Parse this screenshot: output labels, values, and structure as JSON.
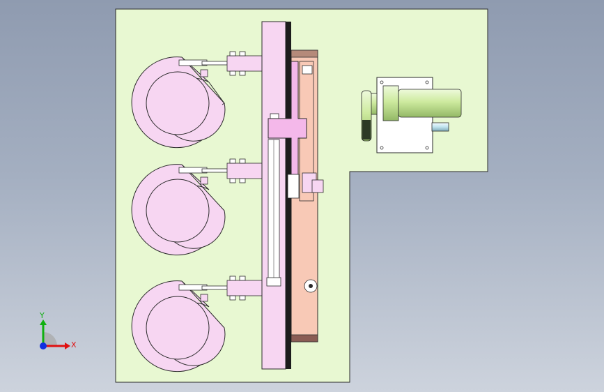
{
  "window": {
    "background_top": "#8f9bb0",
    "background_bottom": "#cdd3dd"
  },
  "colors": {
    "plate": "#e8f8d2",
    "arm": "#f7d6f2",
    "slider": "#f8c9b6",
    "slider_dark": "#8a5c54",
    "rail": "#1c1c1c",
    "motor": "#d6f0b0",
    "outline": "#2a2a2a",
    "axis_x": "#e01010",
    "axis_y": "#10b010",
    "axis_z": "#1030e0"
  },
  "triad": {
    "x_label": "X",
    "y_label": "Y",
    "icon": "coordinate-triad-icon"
  },
  "parts": {
    "base_plate": "base-plate",
    "vertical_arm": "vertical-arm",
    "linear_rail": "linear-rail",
    "slide_carriage": "slide-carriage",
    "motor": "motor-assembly",
    "rings": [
      "ring-gripper-top",
      "ring-gripper-middle",
      "ring-gripper-bottom"
    ]
  }
}
